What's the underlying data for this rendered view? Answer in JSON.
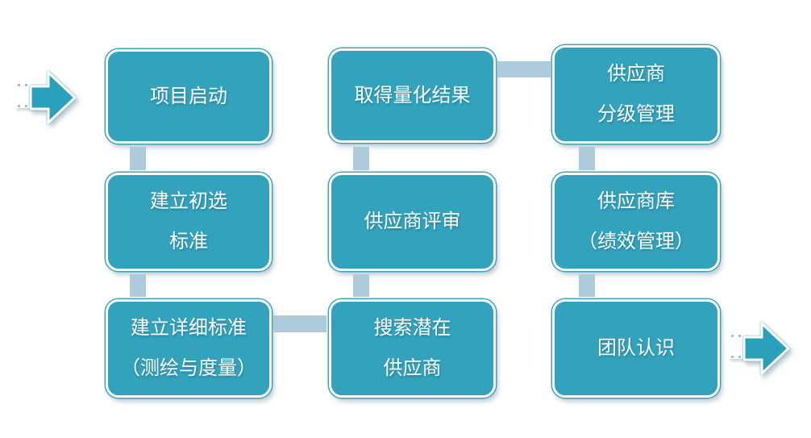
{
  "canvas": {
    "background": "#ffffff"
  },
  "colors": {
    "box_fill": "#33a2bc",
    "box_border": "#ffffff",
    "connector": "#adcbdb",
    "arrow_fill": "#2ba0bb",
    "text": "#ffffff"
  },
  "flow": {
    "start_arrow": {
      "direction": "right"
    },
    "end_arrow": {
      "direction": "right"
    },
    "columns": [
      {
        "boxes": [
          {
            "id": "project-kickoff",
            "lines": [
              "项目启动"
            ]
          },
          {
            "id": "preliminary-criteria",
            "lines": [
              "建立初选",
              "标准"
            ]
          },
          {
            "id": "detailed-criteria",
            "lines": [
              "建立详细标准",
              "（测绘与度量）"
            ]
          }
        ]
      },
      {
        "boxes": [
          {
            "id": "quantified-results",
            "lines": [
              "取得量化结果"
            ]
          },
          {
            "id": "supplier-review",
            "lines": [
              "供应商评审"
            ]
          },
          {
            "id": "search-potential-suppliers",
            "lines": [
              "搜索潜在",
              "供应商"
            ]
          }
        ]
      },
      {
        "boxes": [
          {
            "id": "supplier-tier-management",
            "lines": [
              "供应商",
              "分级管理"
            ]
          },
          {
            "id": "supplier-database",
            "lines": [
              "供应商库",
              "（绩效管理）"
            ]
          },
          {
            "id": "team-recognition",
            "lines": [
              "团队认识"
            ]
          }
        ]
      }
    ]
  }
}
